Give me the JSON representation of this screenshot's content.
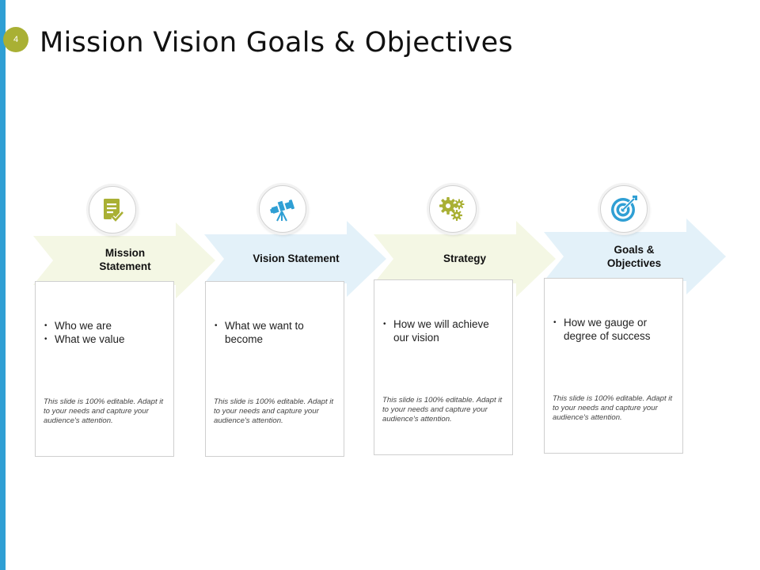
{
  "slide": {
    "page_number": "4",
    "title": "Mission Vision Goals & Objectives"
  },
  "colors": {
    "left_bar": "#2f9fd4",
    "badge": "#a9b034",
    "arrow_green": "#f4f7e4",
    "arrow_blue": "#e3f1f9",
    "icon_green": "#a9b034",
    "icon_blue": "#2f9fd4"
  },
  "steps": [
    {
      "label": "Mission\nStatement",
      "icon": "document-check-icon",
      "bullets": [
        "Who we are",
        "What we value"
      ],
      "note": "This slide is 100% editable. Adapt it to your needs and capture your audience's attention."
    },
    {
      "label": "Vision Statement",
      "icon": "telescope-icon",
      "bullets": [
        "What we want to become"
      ],
      "note": "This slide is 100% editable. Adapt it to your needs and capture your audience's attention."
    },
    {
      "label": "Strategy",
      "icon": "gears-icon",
      "bullets": [
        "How we will achieve our vision"
      ],
      "note": "This slide is 100% editable. Adapt it to your needs and capture your audience's attention."
    },
    {
      "label": "Goals &\nObjectives",
      "icon": "target-icon",
      "bullets": [
        "How we gauge or degree of success"
      ],
      "note": "This slide is 100% editable. Adapt it to your needs and capture your audience's attention."
    }
  ]
}
